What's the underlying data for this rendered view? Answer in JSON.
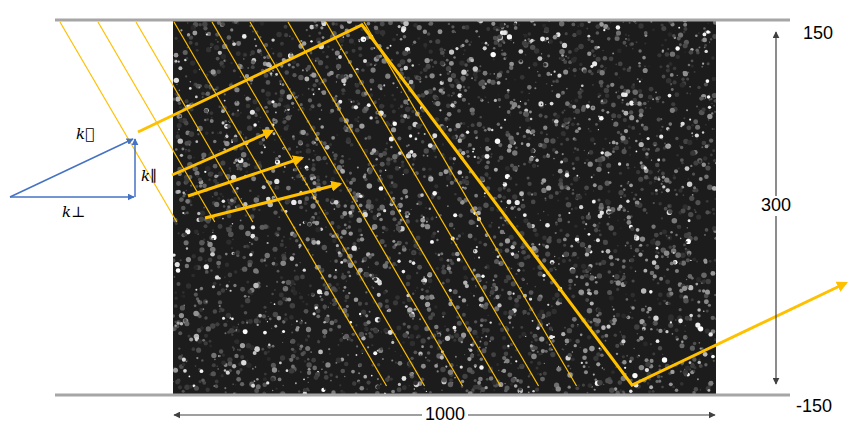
{
  "diagram": {
    "labels": [
      "150",
      "k⃗",
      "k∥",
      "300",
      "k⊥",
      "-150",
      "1000"
    ]
  }
}
